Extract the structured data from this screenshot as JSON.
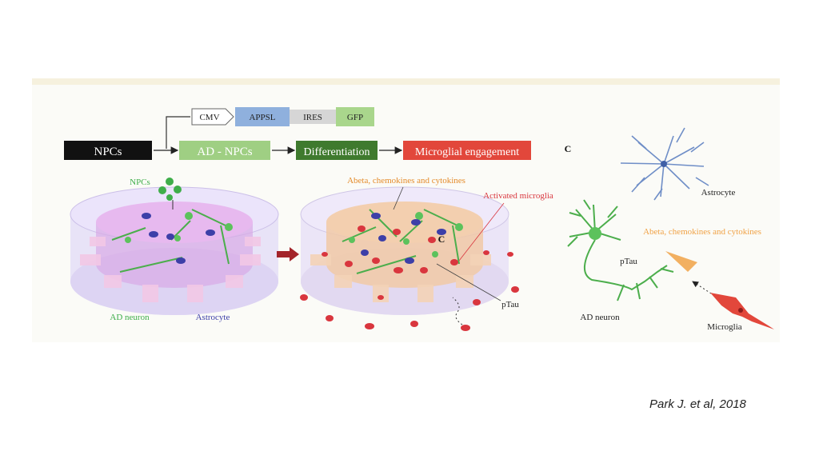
{
  "construct": {
    "cmv": "CMV",
    "appsl": "APPSL",
    "ires": "IRES",
    "gfp": "GFP"
  },
  "pipeline": {
    "npcs": "NPCs",
    "ad_npcs": "AD - NPCs",
    "differentiation": "Differentiation",
    "microglial": "Microglial engagement"
  },
  "left_panel": {
    "npcs": "NPCs",
    "ad_neuron": "AD neuron",
    "astrocyte": "Astrocyte"
  },
  "middle_panel": {
    "abeta": "Abeta, chemokines and cytokines",
    "activated": "Activated microglia",
    "ptau": "pTau",
    "c_mark": "C"
  },
  "right_panel": {
    "c_mark": "C",
    "astrocyte": "Astrocyte",
    "abeta": "Abeta, chemokines and cytokines",
    "ptau": "pTau",
    "ad_neuron": "AD neuron",
    "microglia": "Microglia"
  },
  "citation": "Park J. et al, 2018",
  "colors": {
    "ad_green": "#9fcf83",
    "dark_green": "#3f7a2e",
    "microglia_red": "#e2473b",
    "appsl_blue": "#8fb0dd",
    "ires_grey": "#d6d6d6",
    "abeta_orange": "#f0a246",
    "astro_blue": "#6f8ec7"
  }
}
